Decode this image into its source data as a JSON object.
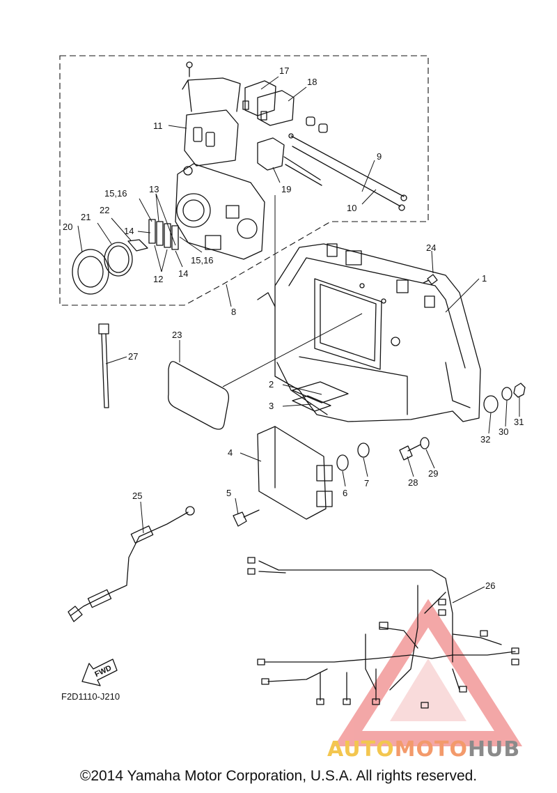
{
  "diagram": {
    "part_numbers": [
      "1",
      "2",
      "3",
      "4",
      "5",
      "6",
      "7",
      "8",
      "9",
      "10",
      "11",
      "12",
      "13",
      "14",
      "14",
      "15,16",
      "15,16",
      "17",
      "18",
      "19",
      "20",
      "21",
      "22",
      "23",
      "24",
      "25",
      "26",
      "27",
      "28",
      "29",
      "30",
      "31",
      "32"
    ],
    "direction_label": "FWD",
    "code": "F2D1110-J210",
    "copyright": "©2014 Yamaha Motor Corporation, U.S.A. All rights reserved."
  },
  "watermark": {
    "part1": "AUTO",
    "part2": "MOTO",
    "part3": "HUB",
    "colors": {
      "triangle": "#f08a8a",
      "auto": "#f3c64f",
      "moto": "#f39a6b",
      "hub": "#8a8a8a"
    }
  }
}
